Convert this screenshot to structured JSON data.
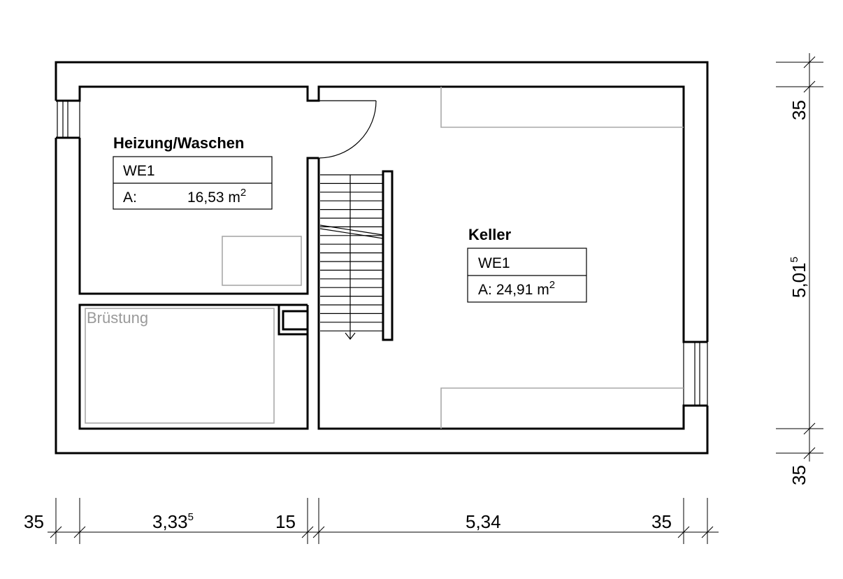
{
  "rooms": {
    "heizung": {
      "name": "Heizung/Waschen",
      "unit": "WE1",
      "area_label": "A:",
      "area_value": "16,53 m",
      "area_exp": "2"
    },
    "keller": {
      "name": "Keller",
      "unit": "WE1",
      "area_label": "A:",
      "area_value": "24,91 m",
      "area_exp": "2"
    },
    "bruestung": {
      "label": "Brüstung"
    }
  },
  "dimensions": {
    "horizontal": [
      {
        "text": "35",
        "exp": ""
      },
      {
        "text": "3,33",
        "exp": "5"
      },
      {
        "text": "15",
        "exp": ""
      },
      {
        "text": "5,34",
        "exp": ""
      },
      {
        "text": "35",
        "exp": ""
      }
    ],
    "vertical": [
      {
        "text": "35",
        "exp": ""
      },
      {
        "text": "5,01",
        "exp": "5"
      },
      {
        "text": "35",
        "exp": ""
      }
    ]
  }
}
